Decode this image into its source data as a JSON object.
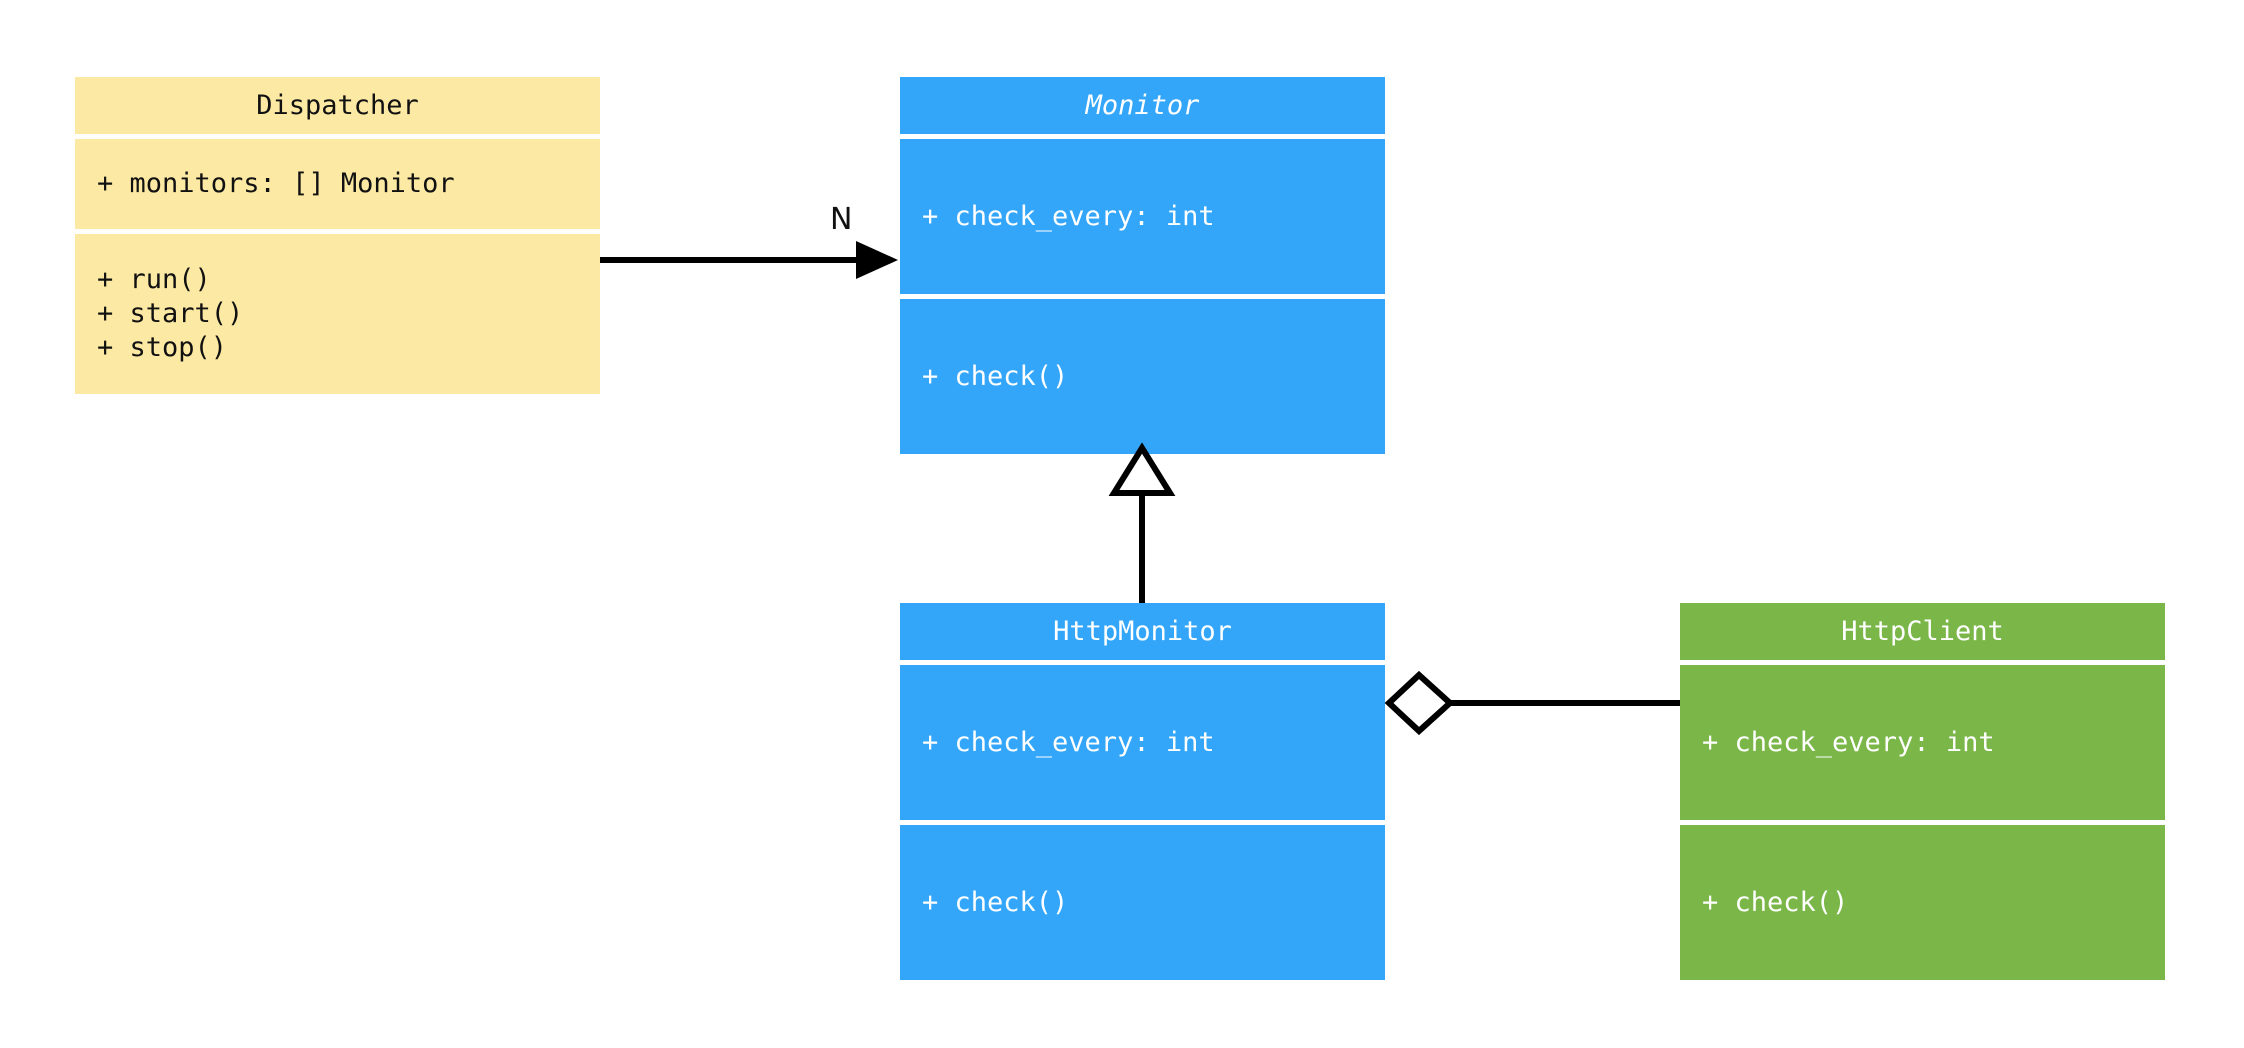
{
  "diagram": {
    "type": "uml-class-diagram",
    "background": "#ffffff",
    "colors": {
      "yellow": "#fce9a4",
      "blue": "#33a6fa",
      "green": "#7ab648",
      "line": "#000000",
      "dark_text": "#111111",
      "light_text": "#ffffff"
    }
  },
  "classes": {
    "dispatcher": {
      "name": "Dispatcher",
      "abstract": false,
      "color": "#fce9a4",
      "attributes": "+ monitors: [] Monitor",
      "methods": "+ run()\n+ start()\n+ stop()"
    },
    "monitor": {
      "name": "Monitor",
      "abstract": true,
      "color": "#33a6fa",
      "attributes": "+ check_every: int",
      "methods": "+ check()"
    },
    "http_monitor": {
      "name": "HttpMonitor",
      "abstract": false,
      "color": "#33a6fa",
      "attributes": "+ check_every: int",
      "methods": "+ check()"
    },
    "http_client": {
      "name": "HttpClient",
      "abstract": false,
      "color": "#7ab648",
      "attributes": "+ check_every: int",
      "methods": "+ check()"
    }
  },
  "relations": {
    "dispatcher_monitor": {
      "kind": "association",
      "from": "Dispatcher",
      "to": "Monitor",
      "multiplicity_label": "N",
      "arrow": "solid-filled-arrowhead"
    },
    "httpmonitor_monitor": {
      "kind": "generalization",
      "from": "HttpMonitor",
      "to": "Monitor",
      "multiplicity_label": "",
      "arrow": "hollow-triangle"
    },
    "httpmonitor_httpclient": {
      "kind": "aggregation",
      "from": "HttpMonitor",
      "to": "HttpClient",
      "multiplicity_label": "",
      "arrow": "hollow-diamond"
    }
  }
}
